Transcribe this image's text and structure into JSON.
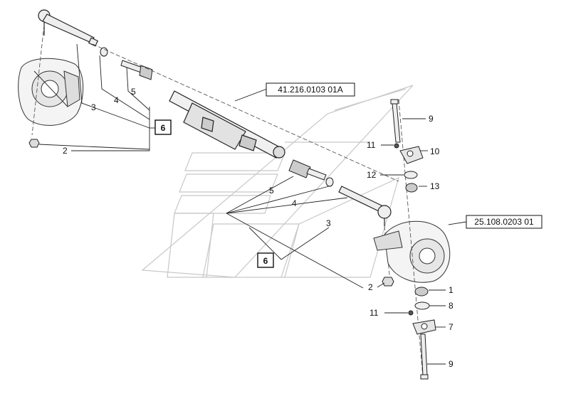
{
  "diagram": {
    "references": {
      "steering_cylinder": "41.216.0103 01A",
      "knuckle": "25.108.0203 01"
    },
    "kit_label": "6",
    "callouts": {
      "tie_rod": "3",
      "washer": "4",
      "inner_joint": "5",
      "nut": "2",
      "bolt": "9",
      "grease_fitting": "11",
      "upper_cap": "10",
      "shim_ring": "12",
      "bearing_upper": "13",
      "bearing_lower": "1",
      "shim_lower": "8",
      "lower_cap": "7"
    }
  }
}
